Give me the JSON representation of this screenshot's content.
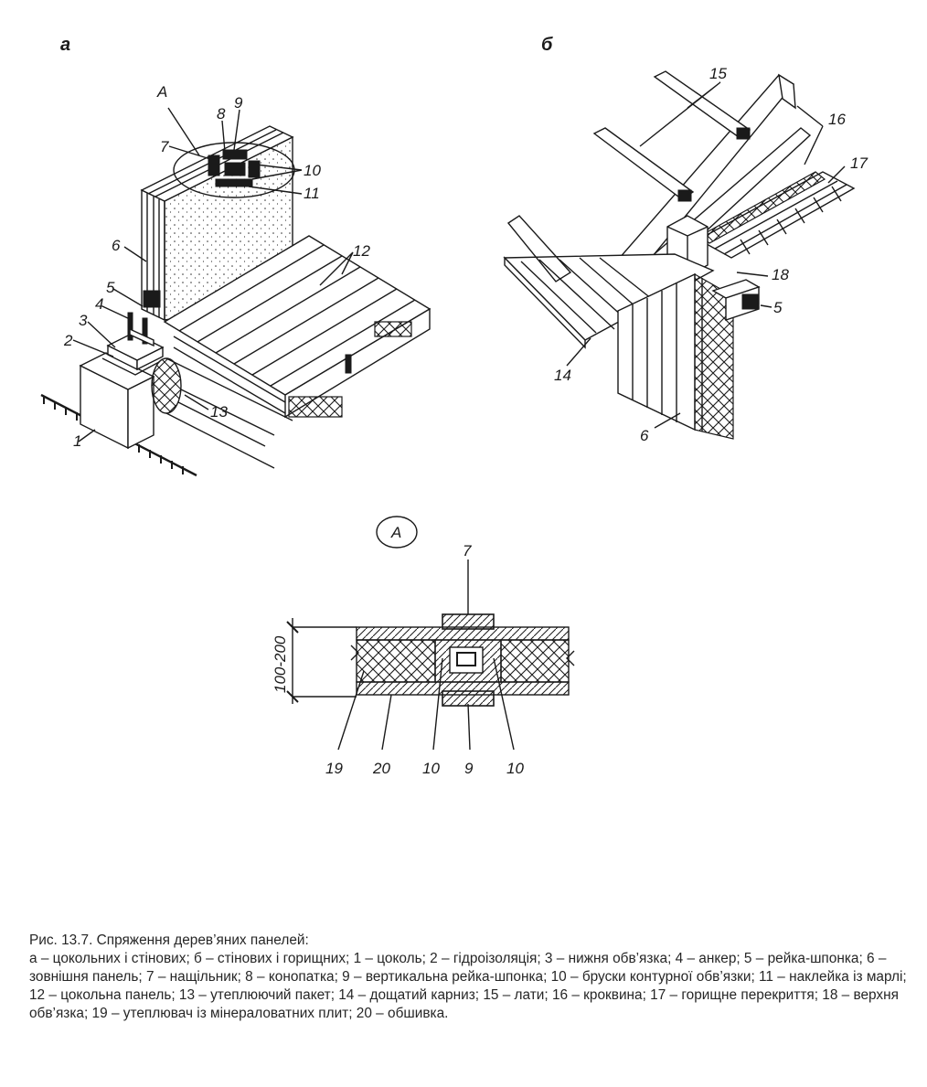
{
  "figure": {
    "part_a": "а",
    "part_b": "б",
    "detail_marker": "А",
    "callout_marker": "A",
    "dimension": "100-200",
    "labels_a": [
      "1",
      "2",
      "3",
      "4",
      "5",
      "6",
      "7",
      "8",
      "9",
      "10",
      "11",
      "12",
      "13"
    ],
    "labels_b": [
      "15",
      "16",
      "17",
      "18",
      "5",
      "14",
      "6"
    ],
    "labels_detail": [
      "7",
      "19",
      "20",
      "10",
      "9",
      "10"
    ]
  },
  "caption": {
    "title": "Рис. 13.7. Спряження дерев’яних панелей:",
    "body": "а – цокольних і стінових; б – стінових і горищних; 1 – цоколь; 2 – гідроізоляція; 3 – нижня обв’язка; 4 – анкер; 5 – рейка-шпонка; 6 – зовнішня панель; 7 – нащільник; 8 – конопатка; 9 – вертикальна рейка-шпонка; 10 – бруски контурної обв’язки; 11 – наклейка із марлі; 12 – цокольна панель; 13 – утеплюючий пакет; 14 – дощатий карниз; 15 – лати; 16 – кроквина; 17 – горищне перекриття; 18 – верхня обв’язка; 19 – утеплювач із мінераловатних плит; 20 – обшивка."
  }
}
